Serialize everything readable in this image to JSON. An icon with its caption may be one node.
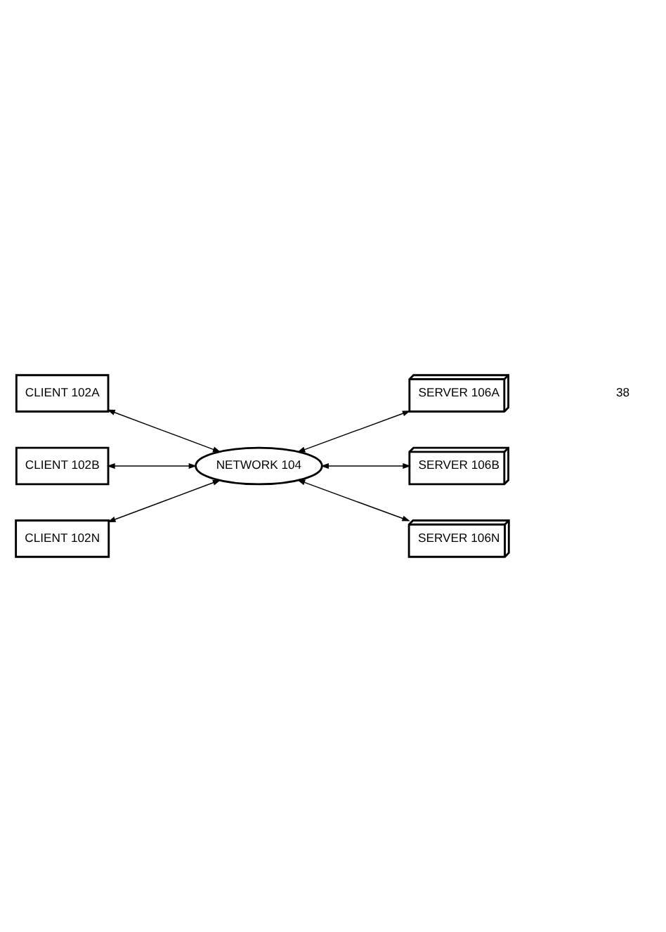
{
  "diagram": {
    "nodes": [
      {
        "text": [
          "CLIENT 102A"
        ]
      },
      {
        "text": [
          "CLIENT 102B"
        ]
      },
      {
        "text": [
          "CLIENT 102N"
        ]
      },
      {
        "text": [
          "NETWORK 104"
        ]
      },
      {
        "text": [
          "SERVER 106A"
        ]
      },
      {
        "text": [
          "SERVER 106B"
        ]
      },
      {
        "text": [
          "SERVER 106N"
        ]
      }
    ],
    "edges": [
      {
        "from": 0,
        "to": 3,
        "arrow": "both"
      },
      {
        "from": 1,
        "to": 3,
        "arrow": "both"
      },
      {
        "from": 2,
        "to": 3,
        "arrow": "both"
      },
      {
        "from": 3,
        "to": 4,
        "arrow": "both"
      },
      {
        "from": 3,
        "to": 5,
        "arrow": "both"
      },
      {
        "from": 3,
        "to": 6,
        "arrow": "both"
      }
    ],
    "labels": [
      "38"
    ]
  }
}
